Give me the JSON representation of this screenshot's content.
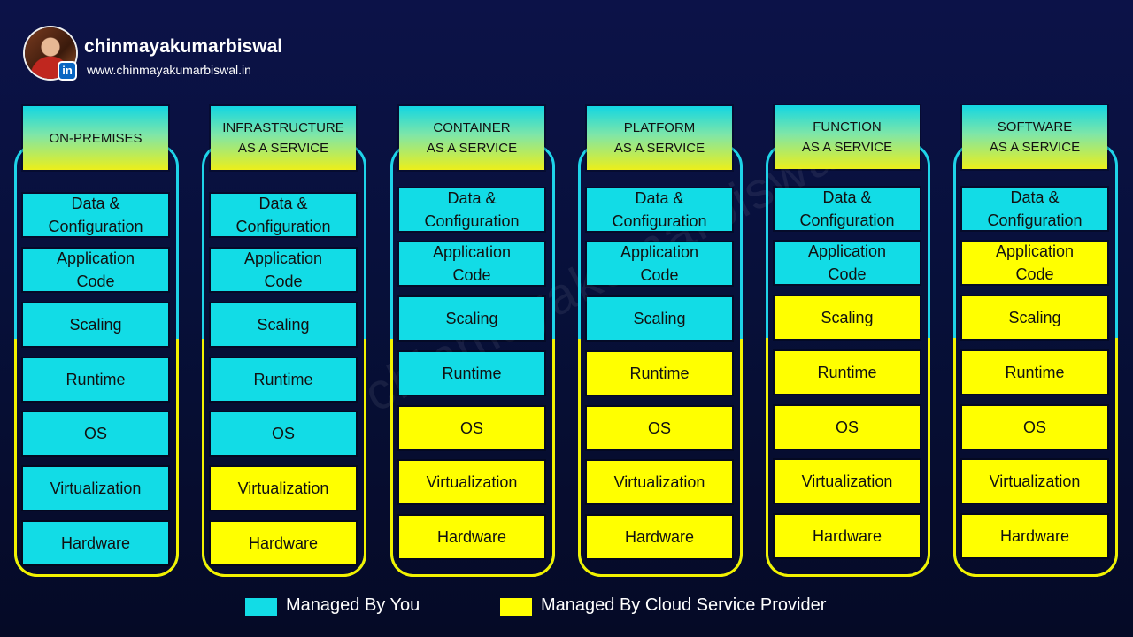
{
  "brand": {
    "name": "chinmayakumarbiswal",
    "url": "www.chinmayakumarbiswal.in",
    "badge": "in",
    "watermark": "chinmayakumarbiswal"
  },
  "colors": {
    "managed_by_you": "#12dce6",
    "managed_by_provider": "#ffff00"
  },
  "columns": [
    {
      "id": "on-premises",
      "title": "ON-PREMISES",
      "layers": [
        {
          "label": "Data &\nConfiguration",
          "managed_by": "you"
        },
        {
          "label": "Application\nCode",
          "managed_by": "you"
        },
        {
          "label": "Scaling",
          "managed_by": "you"
        },
        {
          "label": "Runtime",
          "managed_by": "you"
        },
        {
          "label": "OS",
          "managed_by": "you"
        },
        {
          "label": "Virtualization",
          "managed_by": "you"
        },
        {
          "label": "Hardware",
          "managed_by": "you"
        }
      ]
    },
    {
      "id": "iaas",
      "title": "INFRASTRUCTURE\nAS A SERVICE",
      "layers": [
        {
          "label": "Data &\nConfiguration",
          "managed_by": "you"
        },
        {
          "label": "Application\nCode",
          "managed_by": "you"
        },
        {
          "label": "Scaling",
          "managed_by": "you"
        },
        {
          "label": "Runtime",
          "managed_by": "you"
        },
        {
          "label": "OS",
          "managed_by": "you"
        },
        {
          "label": "Virtualization",
          "managed_by": "provider"
        },
        {
          "label": "Hardware",
          "managed_by": "provider"
        }
      ]
    },
    {
      "id": "caas",
      "title": "CONTAINER\nAS A SERVICE",
      "layers": [
        {
          "label": "Data &\nConfiguration",
          "managed_by": "you"
        },
        {
          "label": "Application\nCode",
          "managed_by": "you"
        },
        {
          "label": "Scaling",
          "managed_by": "you"
        },
        {
          "label": "Runtime",
          "managed_by": "you"
        },
        {
          "label": "OS",
          "managed_by": "provider"
        },
        {
          "label": "Virtualization",
          "managed_by": "provider"
        },
        {
          "label": "Hardware",
          "managed_by": "provider"
        }
      ]
    },
    {
      "id": "paas",
      "title": "PLATFORM\nAS A SERVICE",
      "layers": [
        {
          "label": "Data &\nConfiguration",
          "managed_by": "you"
        },
        {
          "label": "Application\nCode",
          "managed_by": "you"
        },
        {
          "label": "Scaling",
          "managed_by": "you"
        },
        {
          "label": "Runtime",
          "managed_by": "provider"
        },
        {
          "label": "OS",
          "managed_by": "provider"
        },
        {
          "label": "Virtualization",
          "managed_by": "provider"
        },
        {
          "label": "Hardware",
          "managed_by": "provider"
        }
      ]
    },
    {
      "id": "faas",
      "title": "FUNCTION\nAS A SERVICE",
      "layers": [
        {
          "label": "Data &\nConfiguration",
          "managed_by": "you"
        },
        {
          "label": "Application\nCode",
          "managed_by": "you"
        },
        {
          "label": "Scaling",
          "managed_by": "provider"
        },
        {
          "label": "Runtime",
          "managed_by": "provider"
        },
        {
          "label": "OS",
          "managed_by": "provider"
        },
        {
          "label": "Virtualization",
          "managed_by": "provider"
        },
        {
          "label": "Hardware",
          "managed_by": "provider"
        }
      ]
    },
    {
      "id": "saas",
      "title": "SOFTWARE\nAS A SERVICE",
      "layers": [
        {
          "label": "Data &\nConfiguration",
          "managed_by": "you"
        },
        {
          "label": "Application\nCode",
          "managed_by": "provider"
        },
        {
          "label": "Scaling",
          "managed_by": "provider"
        },
        {
          "label": "Runtime",
          "managed_by": "provider"
        },
        {
          "label": "OS",
          "managed_by": "provider"
        },
        {
          "label": "Virtualization",
          "managed_by": "provider"
        },
        {
          "label": "Hardware",
          "managed_by": "provider"
        }
      ]
    }
  ],
  "legend": {
    "you": "Managed By You",
    "provider": "Managed By Cloud Service Provider"
  }
}
